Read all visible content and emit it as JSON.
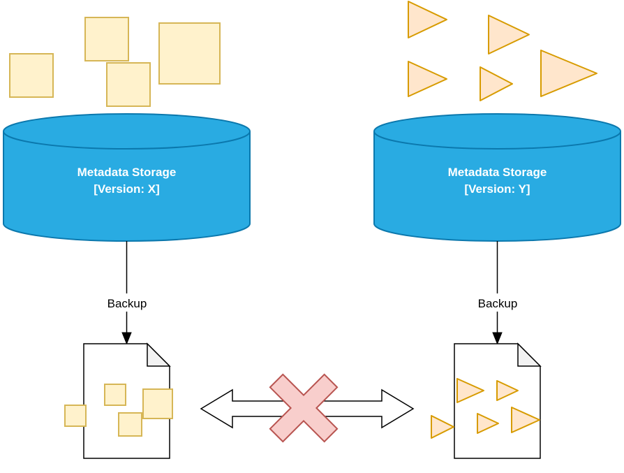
{
  "left_storage": {
    "title": "Metadata Storage",
    "version": "[Version: X]",
    "backup_label": "Backup"
  },
  "right_storage": {
    "title": "Metadata Storage",
    "version": "[Version: Y]",
    "backup_label": "Backup"
  },
  "colors": {
    "cylinder_fill": "#29abe2",
    "cylinder_stroke": "#0b78ad",
    "cylinder_text": "#ffffff",
    "square_fill": "#fff2cc",
    "square_stroke": "#d6b656",
    "triangle_fill": "#ffe6cc",
    "triangle_stroke": "#d79b00",
    "file_fill": "#ffffff",
    "file_fold_fill": "#f2f2f2",
    "file_stroke": "#000000",
    "arrow_color": "#000000",
    "compat_arrow_fill": "#ffffff",
    "compat_arrow_stroke": "#000000",
    "cross_fill": "#f8cecc",
    "cross_stroke": "#b85450"
  }
}
